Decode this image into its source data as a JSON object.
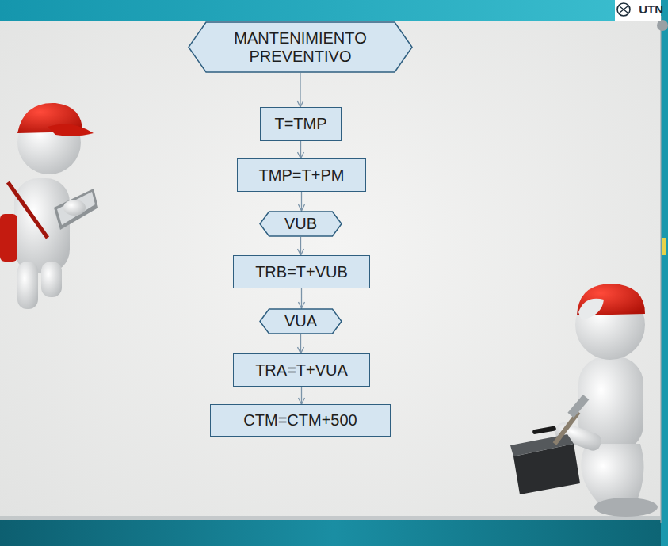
{
  "diagram": {
    "nodes": [
      {
        "text": [
          "MANTENIMIENTO PREVENTIVO"
        ]
      },
      {
        "text": [
          "T=TMP"
        ]
      },
      {
        "text": [
          "TMP=T+PM"
        ]
      },
      {
        "text": [
          "VUB"
        ]
      },
      {
        "text": [
          "TRB=T+VUB"
        ]
      },
      {
        "text": [
          "VUA"
        ]
      },
      {
        "text": [
          "TRA=T+VUA"
        ]
      },
      {
        "text": [
          "CTM=CTM+500"
        ]
      }
    ],
    "edges": [
      {
        "from": 0,
        "to": 1,
        "arrow": "to"
      },
      {
        "from": 1,
        "to": 2,
        "arrow": "to"
      },
      {
        "from": 2,
        "to": 3,
        "arrow": "to"
      },
      {
        "from": 3,
        "to": 4,
        "arrow": "to"
      },
      {
        "from": 4,
        "to": 5,
        "arrow": "to"
      },
      {
        "from": 5,
        "to": 6,
        "arrow": "to"
      },
      {
        "from": 6,
        "to": 7,
        "arrow": "to"
      }
    ],
    "labels": [
      "UTN"
    ]
  }
}
